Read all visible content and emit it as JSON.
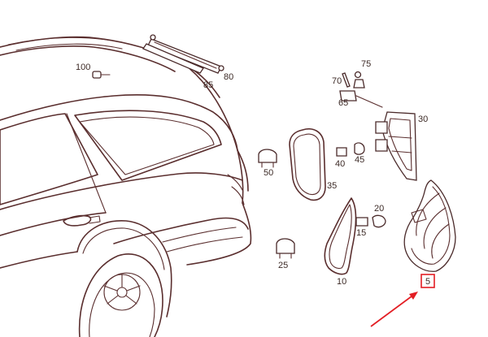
{
  "part_numbers": {
    "p100": "100",
    "p85": "85",
    "p80": "80",
    "p75": "75",
    "p70": "70",
    "p65": "65",
    "p30": "30",
    "p50": "50",
    "p40": "40",
    "p45": "45",
    "p35": "35",
    "p20": "20",
    "p15": "15",
    "p25": "25",
    "p10": "10",
    "p5": "5"
  },
  "colors": {
    "line": "#5a2e2e",
    "highlight": "#e31e24",
    "background": "#ffffff"
  },
  "highlighted_part": "5"
}
